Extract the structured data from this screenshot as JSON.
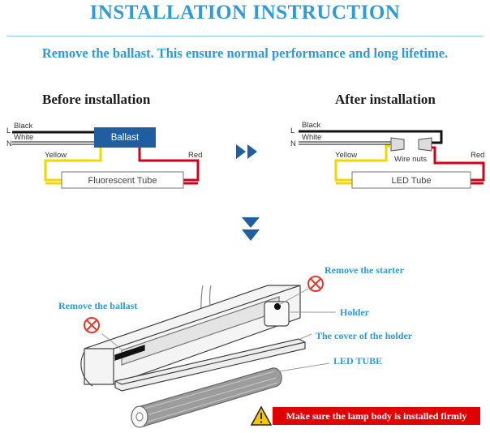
{
  "header": {
    "title": "INSTALLATION INSTRUCTION",
    "subtitle": "Remove the ballast. This ensure normal performance and long lifetime."
  },
  "before": {
    "heading": "Before installation",
    "line_label": "L",
    "neutral_label": "N",
    "black_wire": "Black",
    "white_wire": "White",
    "ballast": "Ballast",
    "yellow_wire": "Yellow",
    "red_wire": "Red",
    "tube": "Fluorescent Tube"
  },
  "after": {
    "heading": "After installation",
    "line_label": "L",
    "neutral_label": "N",
    "black_wire": "Black",
    "white_wire": "White",
    "wire_nuts": "Wire nuts",
    "yellow_wire": "Yellow",
    "red_wire": "Red",
    "tube": "LED Tube"
  },
  "callouts": {
    "remove_starter": "Remove the starter",
    "remove_ballast": "Remove the ballast",
    "holder": "Holder",
    "holder_cover": "The cover of the holder",
    "led_tube": "LED TUBE",
    "warning": "Make sure the lamp body is installed firmly"
  },
  "colors": {
    "accent": "#2f9bd6",
    "ballast_box": "#1f5ea0",
    "arrow": "#1f5ea0",
    "yellow_wire": "#f2d600",
    "red_wire": "#d0021b",
    "prohibit": "#e23b2e",
    "warning_bar": "#e10000"
  },
  "icons": {
    "forward": "double-chevron-right-icon",
    "down": "double-chevron-down-icon",
    "prohibit": "prohibited-icon",
    "warning": "warning-triangle-icon"
  }
}
